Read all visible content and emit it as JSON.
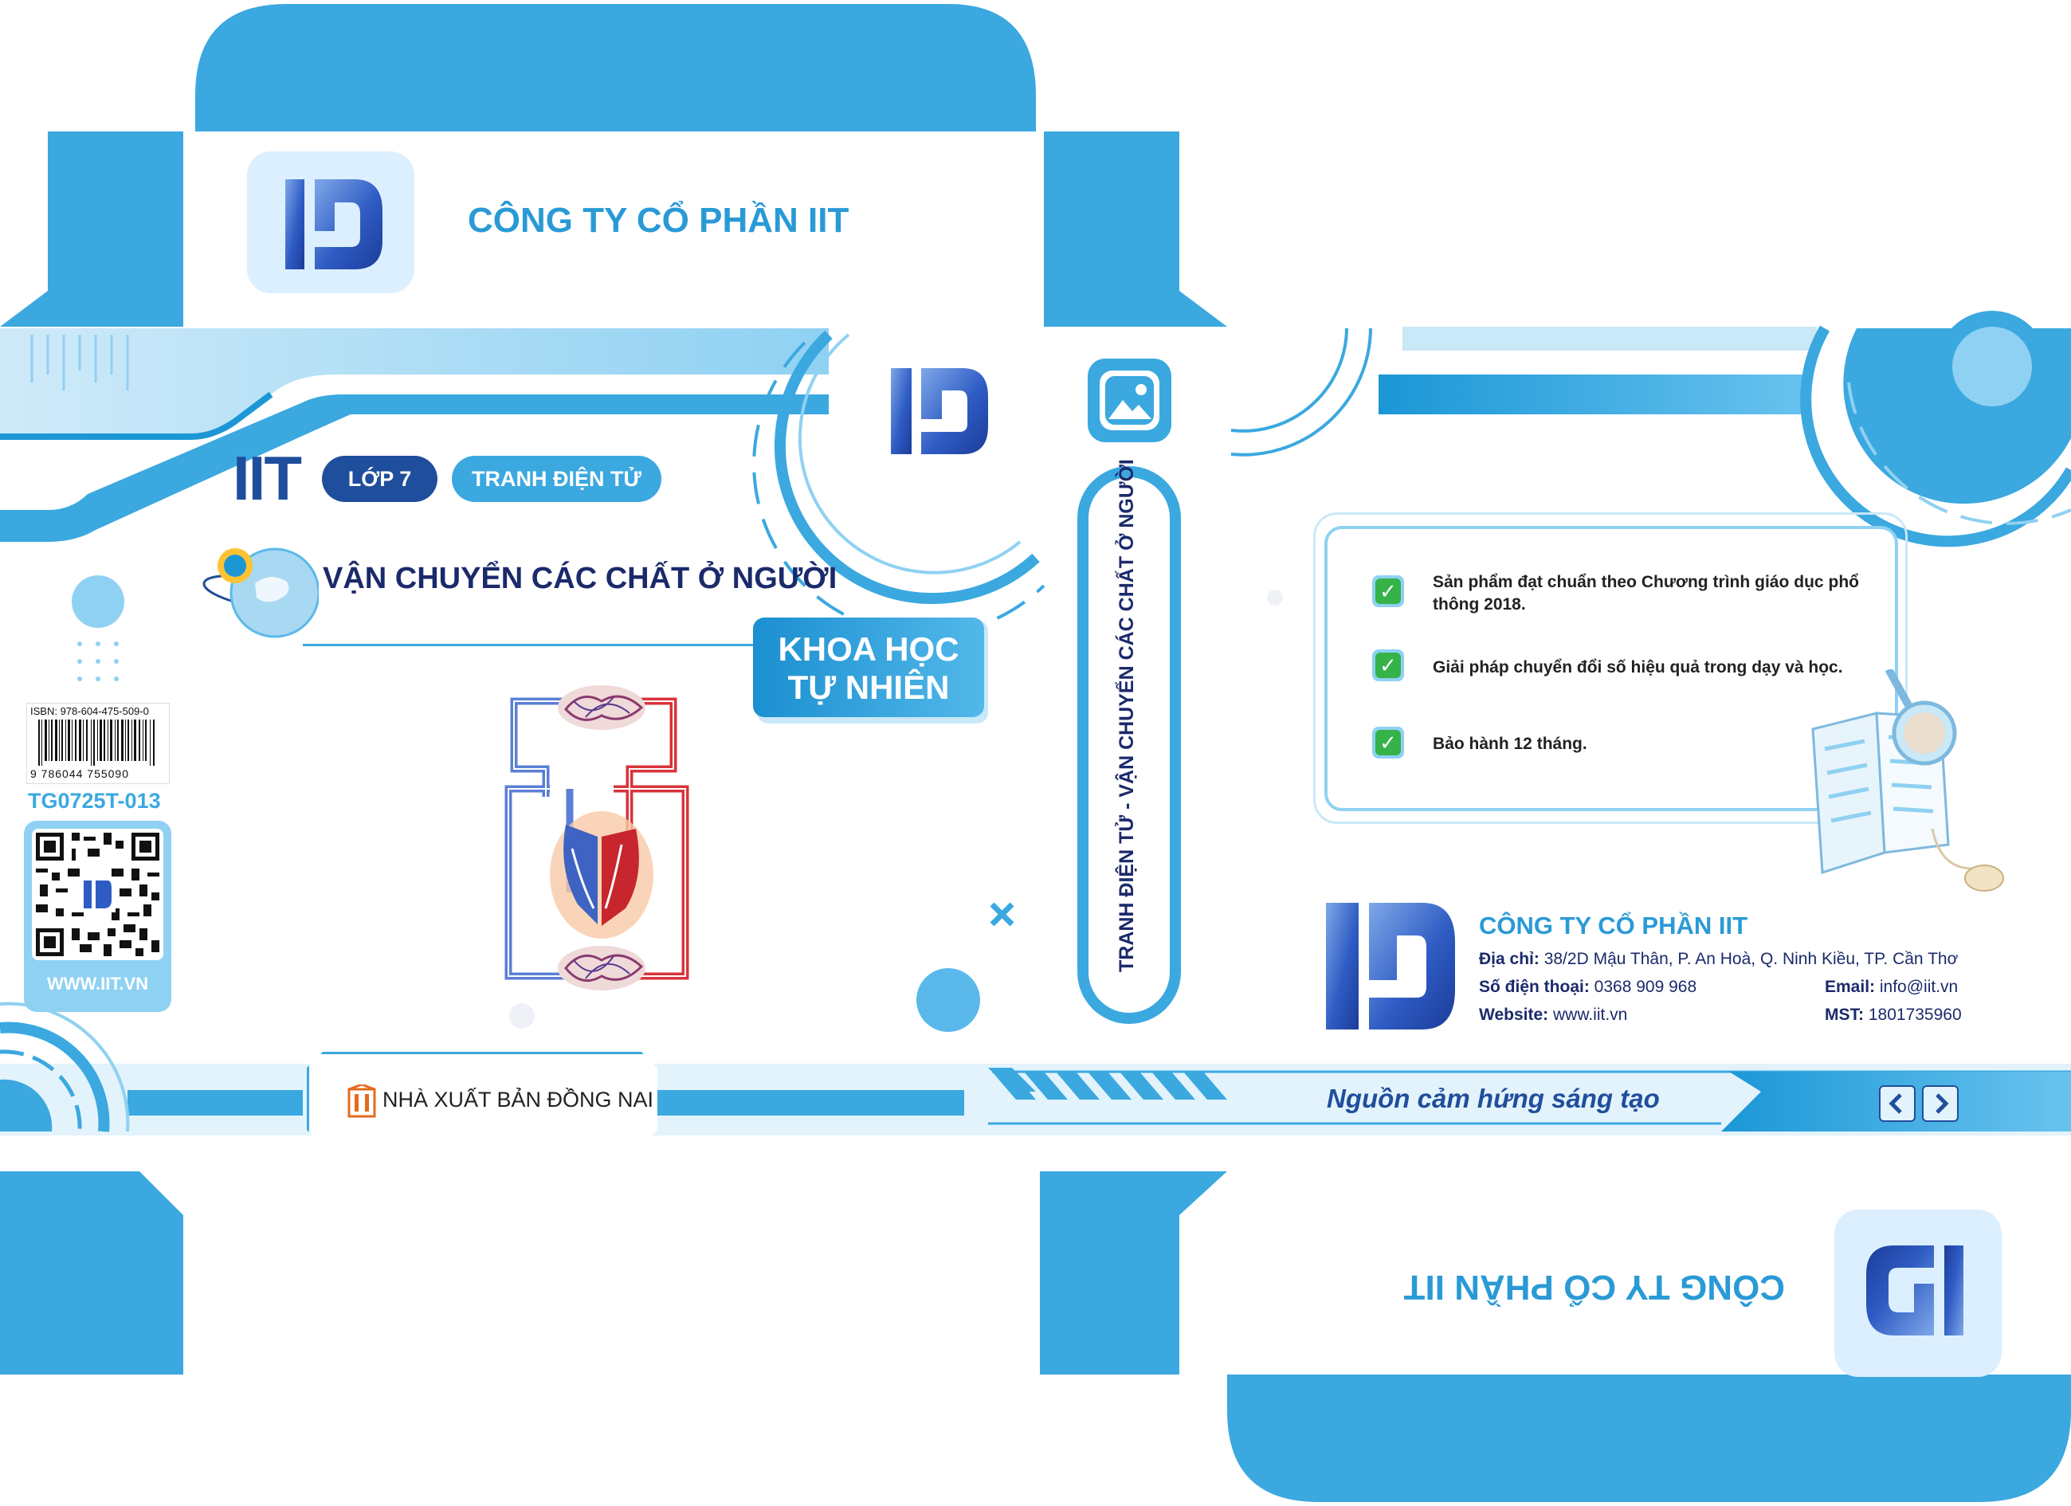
{
  "company": {
    "name": "CÔNG TY CỔ PHẦN IIT",
    "name_flipped": "CÔNG TY CỔ PHẦN IIT"
  },
  "front": {
    "brand": "IIT",
    "grade_badge": "LỚP 7",
    "type_badge": "TRANH ĐIỆN TỬ",
    "title": "VẬN CHUYỂN CÁC CHẤT Ở NGƯỜI",
    "subject_line1": "KHOA HỌC",
    "subject_line2": "TỰ NHIÊN",
    "publisher": "NHÀ XUẤT BẢN ĐỒNG NAI",
    "illustration": "heart-circulation-diagram"
  },
  "left_flap": {
    "isbn": "ISBN: 978-604-475-509-0",
    "barcode_digits": "9 786044 755090",
    "product_code": "TG0725T-013",
    "website_button": "WWW.IIT.VN"
  },
  "spine": {
    "text": "TRANH ĐIỆN TỬ - VẬN CHUYỂN CÁC CHẤT Ở NGƯỜI",
    "icon": "image-icon"
  },
  "back": {
    "features": [
      "Sản phẩm đạt chuẩn theo Chương trình giáo dục phổ thông 2018.",
      "Giải pháp chuyển đổi số hiệu quả trong dạy và học.",
      "Bảo hành 12 tháng."
    ],
    "contact": {
      "address_label": "Địa chỉ:",
      "address": "38/2D Mậu Thân, P. An Hoà, Q. Ninh Kiều, TP. Cần Thơ",
      "phone_label": "Số điện thoại:",
      "phone": "0368 909 968",
      "email_label": "Email:",
      "email": "info@iit.vn",
      "website_label": "Website:",
      "website": "www.iit.vn",
      "tax_label": "MST:",
      "tax": "1801735960"
    },
    "slogan": "Nguồn cảm hứng sáng tạo",
    "prev_icon": "chevron-left-icon",
    "next_icon": "chevron-right-icon"
  },
  "colors": {
    "primary": "#3ba8e0",
    "dark": "#1f4e9c",
    "light": "#c9e8f8",
    "text_blue": "#2a9ad6",
    "navy": "#1b2a6b"
  }
}
